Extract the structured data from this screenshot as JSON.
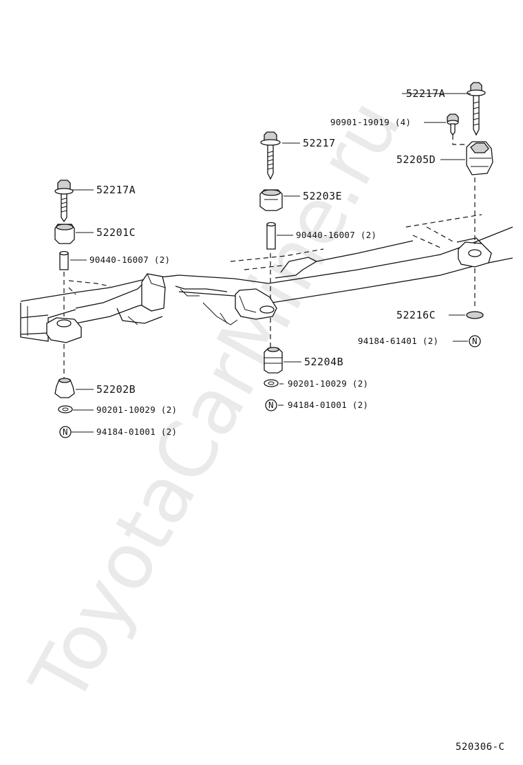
{
  "watermark": "ToyotaCarMine.ru",
  "diagram_code": "520306-C",
  "callouts": {
    "c1": "52217A",
    "c2": "90901-19019 (4)",
    "c3": "52217",
    "c4": "52205D",
    "c5": "52217A",
    "c6": "52203E",
    "c7": "52201C",
    "c8": "90440-16007 (2)",
    "c9": "90440-16007 (2)",
    "c10": "52216C",
    "c11": "94184-61401 (2)",
    "c12": "52204B",
    "c13": "52202B",
    "c14": "90201-10029 (2)",
    "c15": "94184-01001 (2)",
    "c16": "90201-10029 (2)",
    "c17": "94184-01001 (2)"
  },
  "nut_marker": "N"
}
